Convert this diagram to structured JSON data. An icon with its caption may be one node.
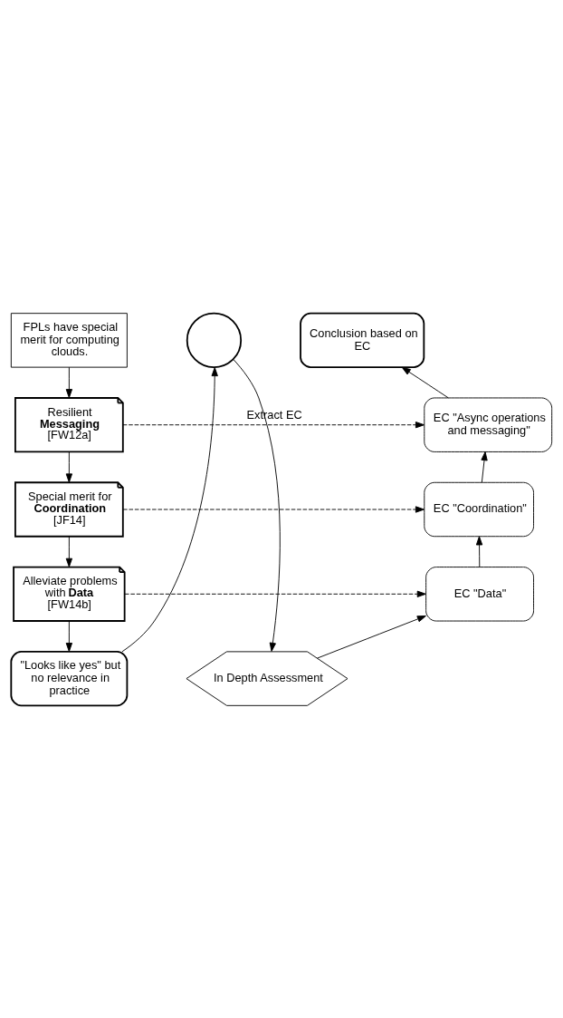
{
  "diagram": {
    "nodes": [
      {
        "text": [
          "FPLs have special merit for computing clouds."
        ]
      },
      {
        "text": [
          "Resilient **Messaging** [FW12a]"
        ]
      },
      {
        "text": [
          "Special merit for **Coordination** [JF14]"
        ]
      },
      {
        "text": [
          "Alleviate problems with **Data** [FW14b]"
        ]
      },
      {
        "text": [
          "\"Looks like yes\" but no relevance in practice"
        ]
      },
      {
        "text": [],
        "shape": "circle"
      },
      {
        "text": [
          "In Depth Assessment"
        ]
      },
      {
        "text": [
          "EC \"Data\""
        ]
      },
      {
        "text": [
          "EC \"Coordination\""
        ]
      },
      {
        "text": [
          "EC \"Async operations and messaging\""
        ]
      },
      {
        "text": [
          "Conclusion based on EC"
        ]
      }
    ],
    "edges": [
      {
        "from": 0,
        "to": 1,
        "arrow": "to"
      },
      {
        "from": 1,
        "to": 2,
        "arrow": "to"
      },
      {
        "from": 2,
        "to": 3,
        "arrow": "to"
      },
      {
        "from": 3,
        "to": 4,
        "arrow": "to"
      },
      {
        "from": 4,
        "to": 5,
        "arrow": "to"
      },
      {
        "from": 5,
        "to": 6,
        "arrow": "to"
      },
      {
        "from": 6,
        "to": 7,
        "arrow": "to"
      },
      {
        "from": 7,
        "to": 8,
        "arrow": "to"
      },
      {
        "from": 8,
        "to": 9,
        "arrow": "to"
      },
      {
        "from": 9,
        "to": 10,
        "arrow": "to"
      },
      {
        "from": 1,
        "to": 9,
        "arrow": "to",
        "label": "Extract EC",
        "style": "dashed"
      },
      {
        "from": 2,
        "to": 8,
        "arrow": "to",
        "style": "dashed"
      },
      {
        "from": 3,
        "to": 7,
        "arrow": "to",
        "style": "dashed"
      }
    ]
  }
}
